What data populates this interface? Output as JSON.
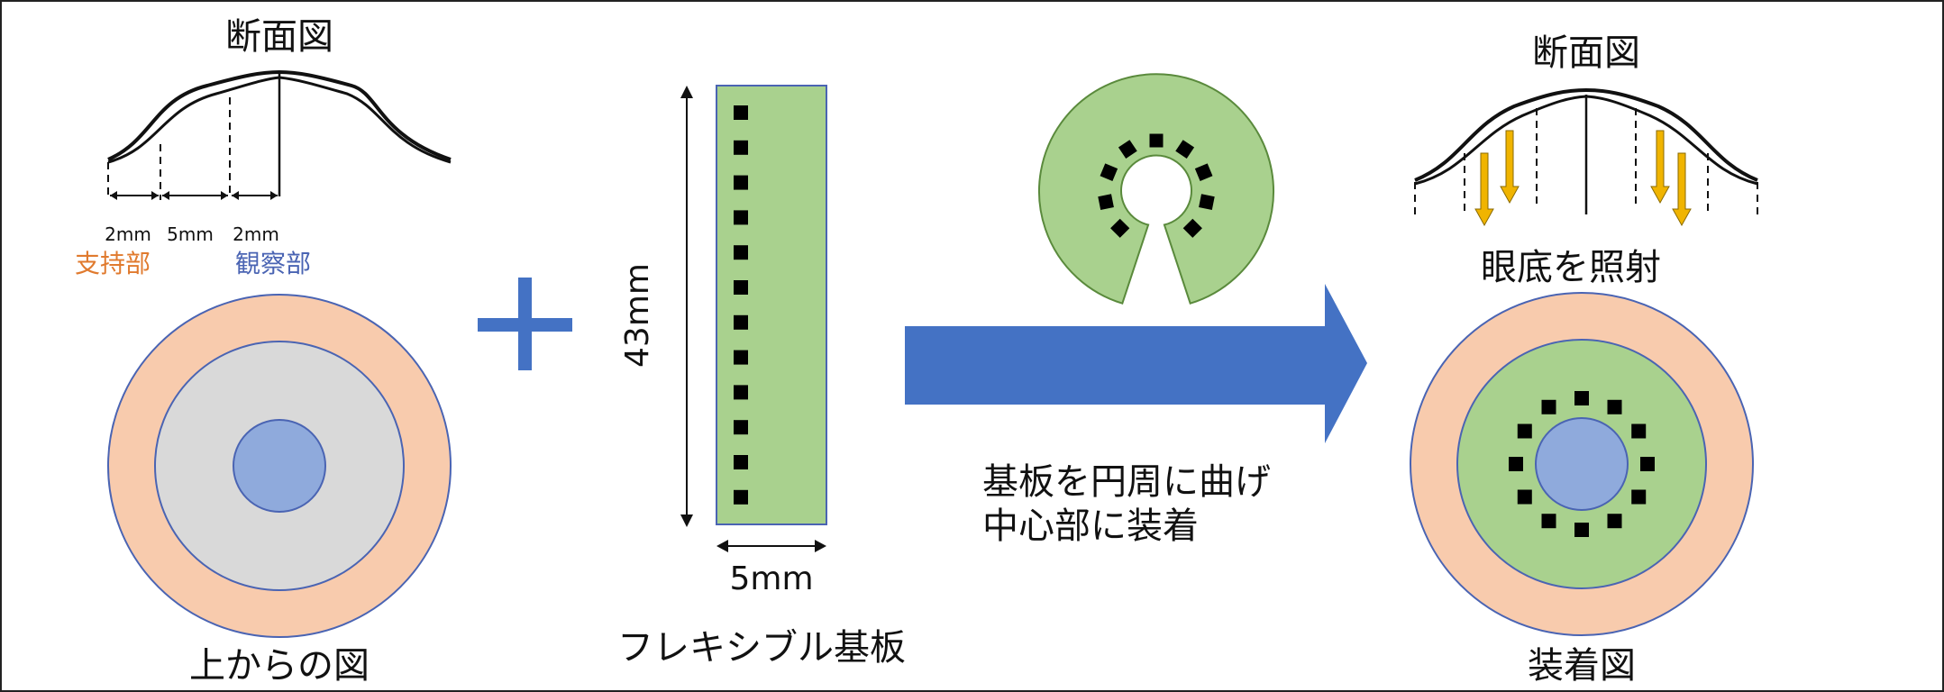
{
  "labels": {
    "cross_section_left": "断面図",
    "cross_section_right": "断面図",
    "dim_a": "2mm",
    "dim_b": "5mm",
    "dim_c": "2mm",
    "support_part": "支持部",
    "observation_part": "観察部",
    "top_view": "上からの図",
    "length_43": "43mm",
    "width_5": "5mm",
    "flexible_board": "フレキシブル基板",
    "bend_line1": "基板を円周に曲げ",
    "bend_line2": "中心部に装着",
    "irradiate": "眼底を照射",
    "mounted_view": "装着図"
  },
  "colors": {
    "support_ring": "#f8cbad",
    "ring_edge": "#4a64b3",
    "observation_gray": "#d9d9d9",
    "center_blue": "#8faadc",
    "board_green": "#a9d18e",
    "board_edge": "#5a8a3c",
    "plus_blue": "#4472c4",
    "arrow_blue": "#4472c4",
    "light_arrow": "#f0b400",
    "led": "#000000"
  },
  "board": {
    "led_count": 12
  },
  "ring": {
    "led_count": 12
  },
  "c_shape": {
    "led_count": 9
  }
}
